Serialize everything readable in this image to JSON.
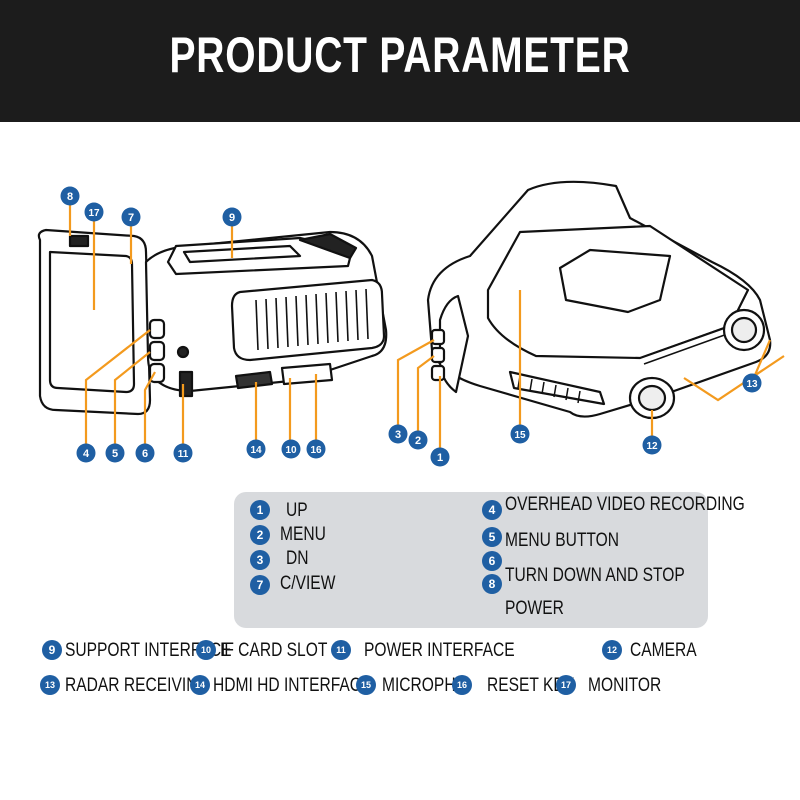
{
  "header": {
    "title": "PRODUCT PARAMETER"
  },
  "colors": {
    "header_bg": "#1c1c1c",
    "badge": "#1f5fa3",
    "callout_orange": "#f39a1e",
    "legend_bg": "#d8dadd"
  },
  "callouts": [
    "8",
    "17",
    "7",
    "9",
    "4",
    "5",
    "6",
    "11",
    "14",
    "10",
    "16",
    "3",
    "2",
    "1",
    "15",
    "12",
    "13"
  ],
  "legend_box": [
    {
      "num": "1",
      "label": "UP"
    },
    {
      "num": "2",
      "label": "MENU"
    },
    {
      "num": "3",
      "label": "DN"
    },
    {
      "num": "7",
      "label": "C/VIEW"
    },
    {
      "num": "4",
      "label": "OVERHEAD VIDEO RECORDING"
    },
    {
      "num": "5",
      "label": "MENU BUTTON"
    },
    {
      "num": "6",
      "label": ""
    },
    {
      "num": "8",
      "label": "TURN DOWN AND STOP"
    },
    {
      "num": "",
      "label": "POWER"
    }
  ],
  "legend_rows": [
    {
      "num": "9",
      "label": "SUPPORT INTERFACE"
    },
    {
      "num": "10",
      "label": "IF CARD SLOT"
    },
    {
      "num": "11",
      "label": "POWER INTERFACE"
    },
    {
      "num": "12",
      "label": "CAMERA"
    },
    {
      "num": "13",
      "label": "RADAR RECEIVING"
    },
    {
      "num": "14",
      "label": "HDMI HD INTERFACE"
    },
    {
      "num": "15",
      "label": "MICROPH"
    },
    {
      "num": "16",
      "label": "RESET KEY"
    },
    {
      "num": "17",
      "label": "MONITOR"
    }
  ]
}
